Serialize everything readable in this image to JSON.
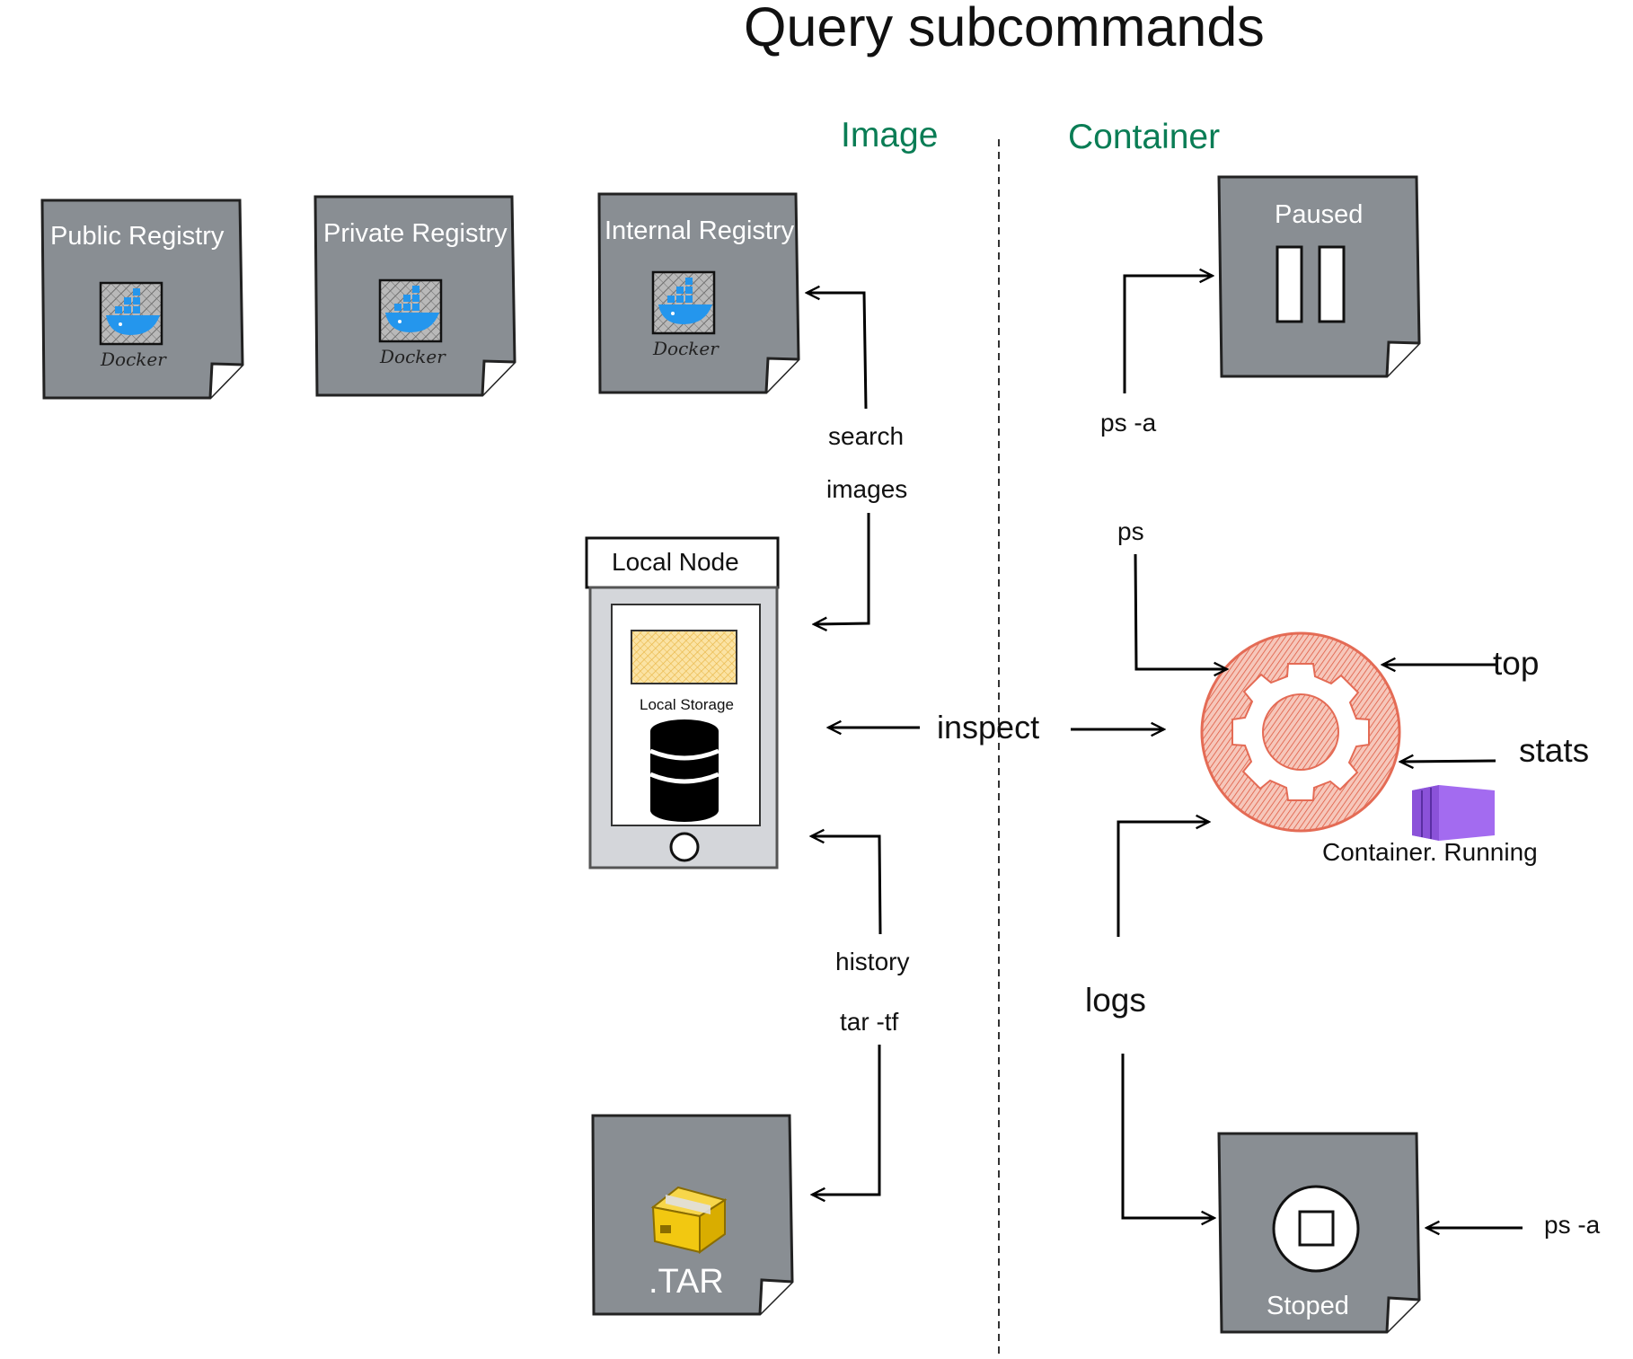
{
  "title": "Query subcommands",
  "sections": {
    "image": "Image",
    "container": "Container"
  },
  "registries": [
    {
      "label": "Public Registry",
      "logo_text": "Docker"
    },
    {
      "label": "Private Registry",
      "logo_text": "Docker"
    },
    {
      "label": "Internal Registry",
      "logo_text": "Docker"
    }
  ],
  "local_node": {
    "title": "Local Node",
    "storage_label": "Local Storage"
  },
  "tar": {
    "label": ".TAR"
  },
  "commands": {
    "search": "search",
    "images": "images",
    "inspect": "inspect",
    "history": "history",
    "tar_tf": "tar -tf",
    "ps_a_top": "ps -a",
    "ps": "ps",
    "top": "top",
    "stats": "stats",
    "logs": "logs",
    "ps_a_bottom": "ps -a"
  },
  "states": {
    "paused": "Paused",
    "running": "Container. Running",
    "stopped": "Stoped"
  },
  "colors": {
    "card": "#898e93",
    "accent_green": "#0a7d55",
    "gear": "#e46b55",
    "docker_blue": "#2496ed",
    "container_purple": "#a36bf0",
    "storage_yellow": "#f5c843",
    "tar_box": "#f2c811"
  },
  "icons": [
    "docker-logo-icon",
    "pause-icon",
    "stop-icon",
    "gear-icon",
    "database-icon",
    "package-box-icon",
    "container-icon"
  ]
}
